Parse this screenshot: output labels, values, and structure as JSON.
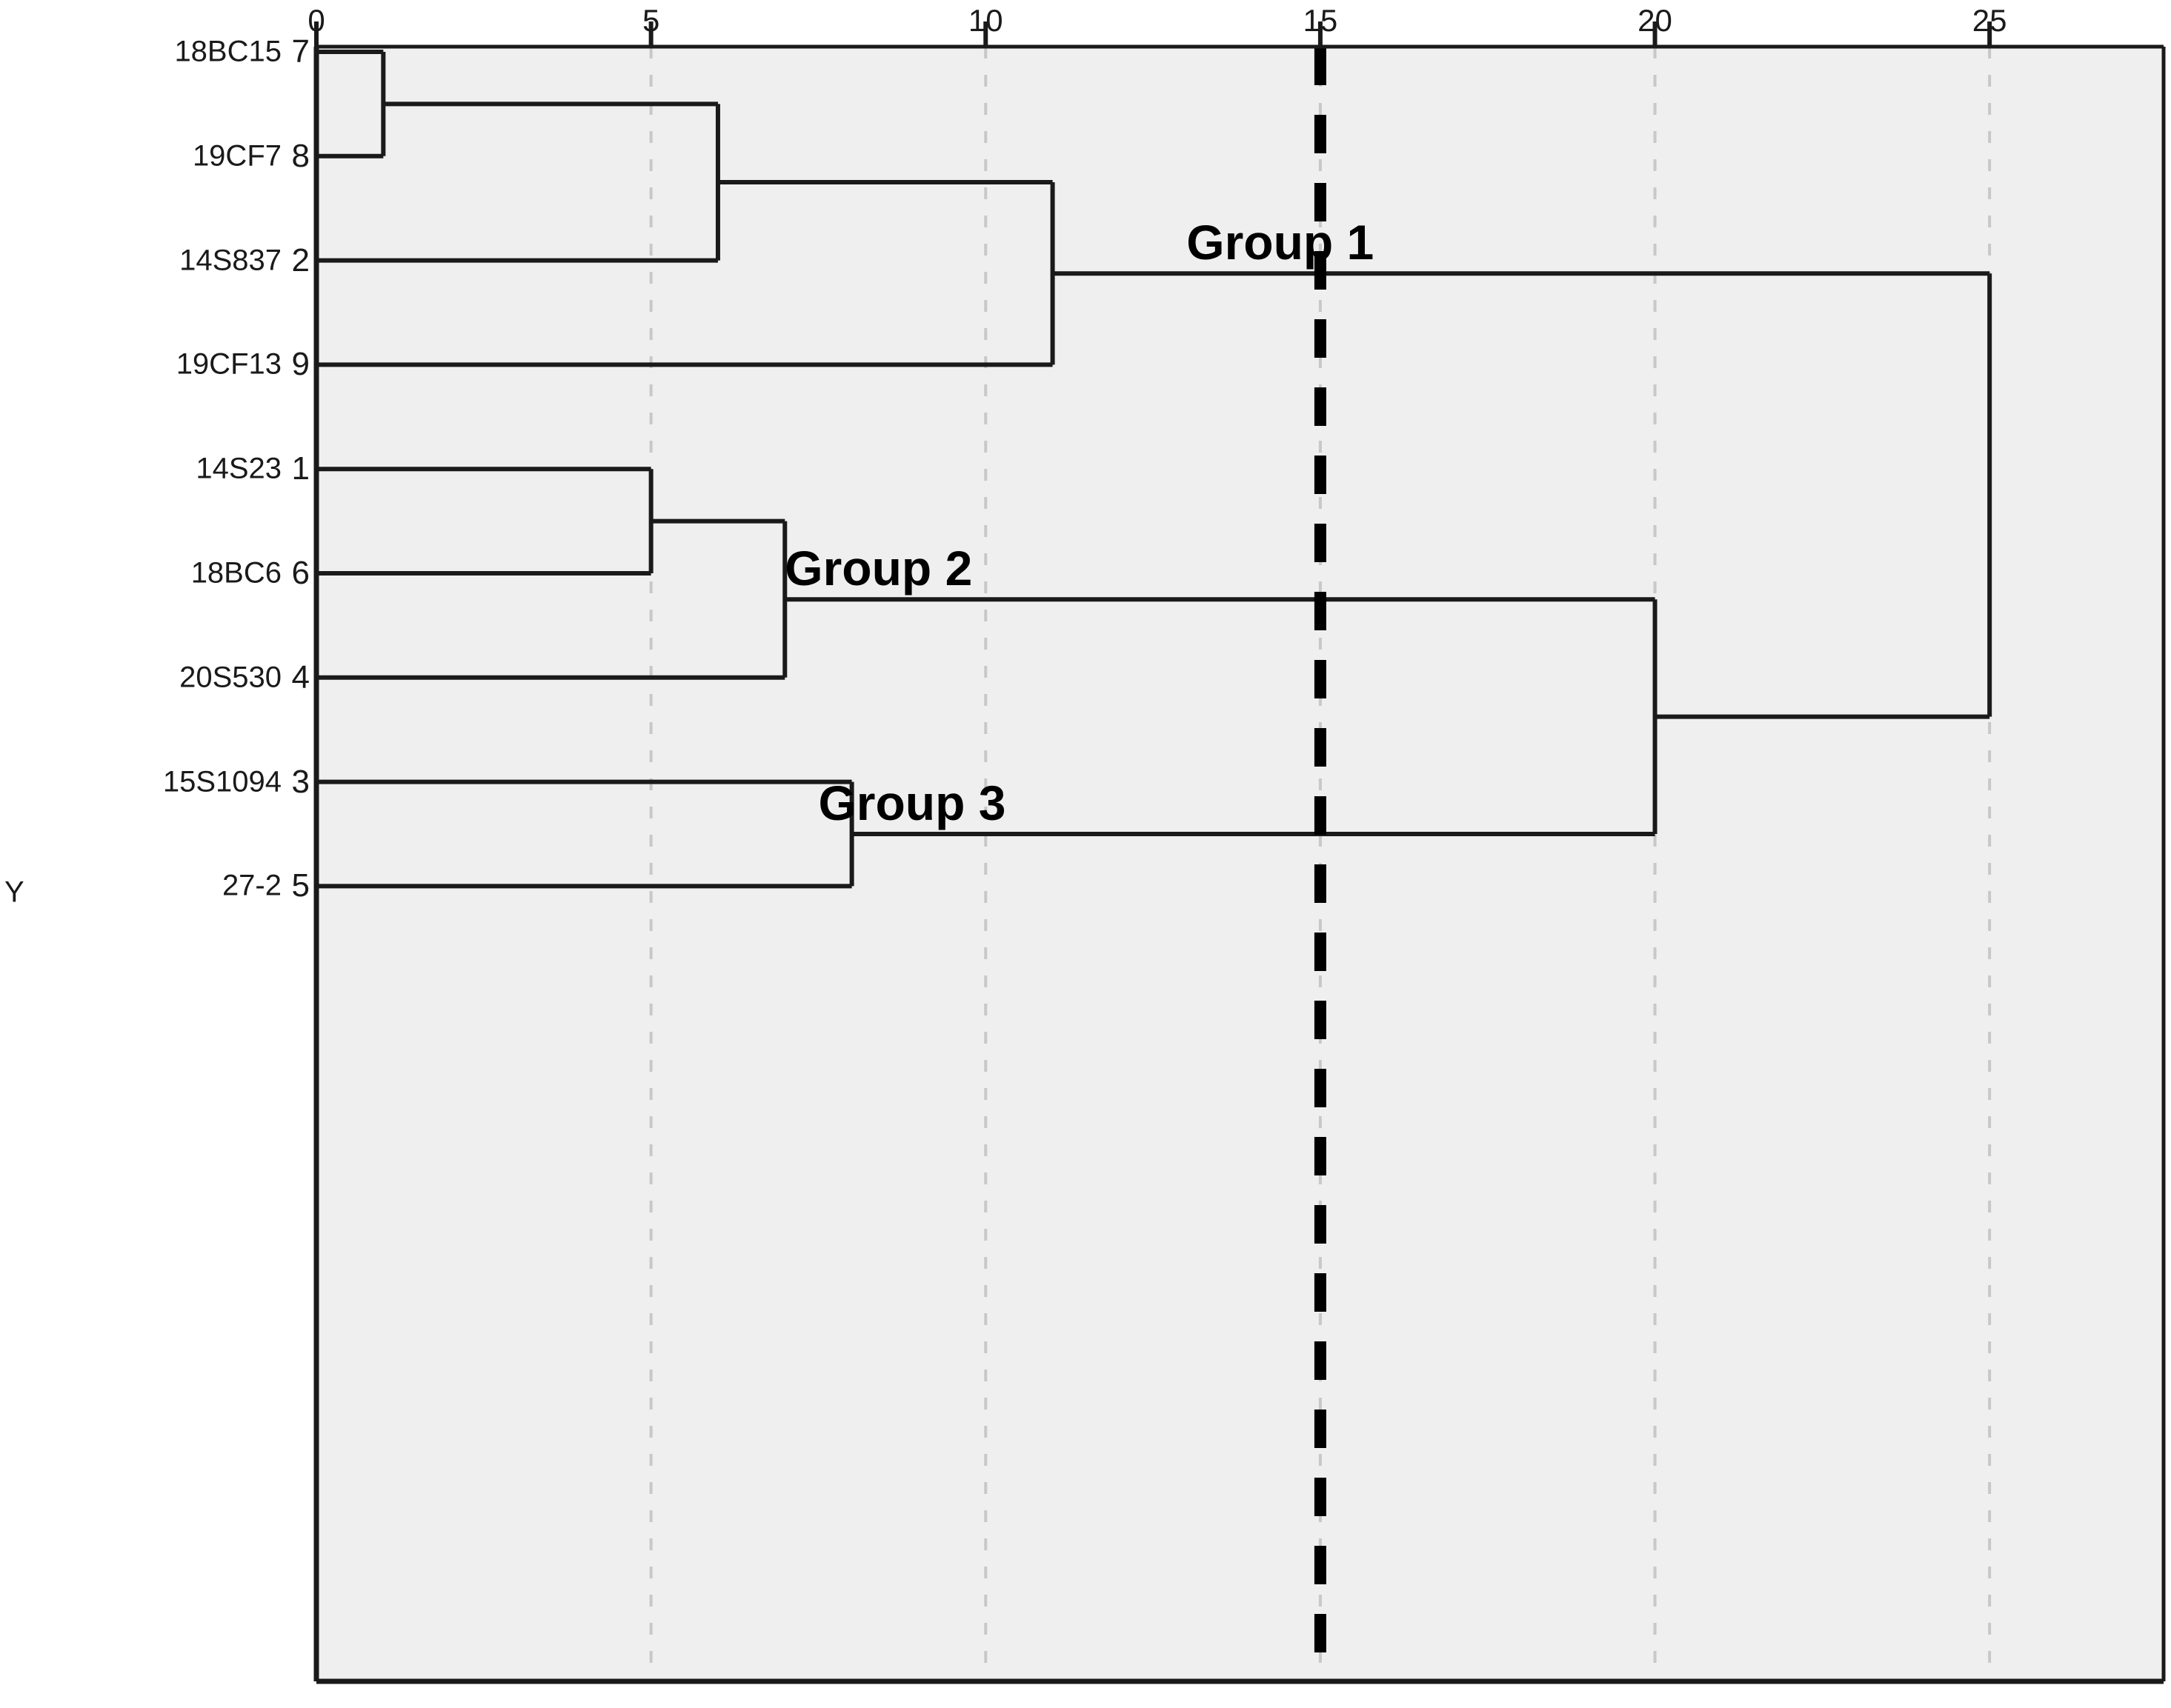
{
  "chart_data": {
    "type": "dendrogram",
    "title": "",
    "xlabel": "",
    "ylabel": "Y",
    "xlim": [
      0,
      27.6
    ],
    "xticks": [
      0,
      5,
      10,
      15,
      20,
      25
    ],
    "xticklabels": [
      "0",
      "5",
      "10",
      "15",
      "20",
      "25"
    ],
    "grid": "vertical dashed light grey at each x tick",
    "orientation": "horizontal-left-to-right",
    "leaf_labels": [
      "18BC15",
      "19CF7",
      "14S837",
      "19CF13",
      "14S23",
      "18BC6",
      "20S530",
      "15S1094",
      "27-2"
    ],
    "leaf_indices": [
      "7",
      "8",
      "2",
      "9",
      "1",
      "6",
      "4",
      "3",
      "5"
    ],
    "leaf_order": [
      {
        "label": "18BC15",
        "index": "7",
        "row": 0
      },
      {
        "label": "19CF7",
        "index": "8",
        "row": 1
      },
      {
        "label": "14S837",
        "index": "2",
        "row": 2
      },
      {
        "label": "19CF13",
        "index": "9",
        "row": 3
      },
      {
        "label": "14S23",
        "index": "1",
        "row": 4
      },
      {
        "label": "18BC6",
        "index": "6",
        "row": 5
      },
      {
        "label": "20S530",
        "index": "4",
        "row": 6
      },
      {
        "label": "15S1094",
        "index": "3",
        "row": 7
      },
      {
        "label": "27-2",
        "index": "5",
        "row": 8
      }
    ],
    "merges": [
      {
        "id": "m1",
        "children": [
          "7",
          "8"
        ],
        "distance": 1,
        "rows": [
          0,
          1
        ]
      },
      {
        "id": "m2",
        "children": [
          "m1",
          "2"
        ],
        "distance": 6,
        "rows": [
          0.5,
          2
        ]
      },
      {
        "id": "m3",
        "children": [
          "m2",
          "9"
        ],
        "distance": 11,
        "rows": [
          1.25,
          3
        ]
      },
      {
        "id": "m4",
        "children": [
          "1",
          "6"
        ],
        "distance": 5,
        "rows": [
          4,
          5
        ]
      },
      {
        "id": "m5",
        "children": [
          "m4",
          "4"
        ],
        "distance": 7,
        "rows": [
          4.5,
          6
        ]
      },
      {
        "id": "m6",
        "children": [
          "3",
          "5"
        ],
        "distance": 8,
        "rows": [
          7,
          8
        ]
      },
      {
        "id": "m7",
        "children": [
          "m5",
          "m6"
        ],
        "distance": 20,
        "rows": [
          5.25,
          7.5
        ]
      },
      {
        "id": "m8",
        "children": [
          "m3",
          "m7"
        ],
        "distance": 25,
        "rows": [
          2.125,
          6.375
        ]
      }
    ],
    "cut_line": {
      "x": 15,
      "style": "thick black dashed vertical"
    },
    "annotations": [
      {
        "text": "Group 1",
        "x": 13.0,
        "row": 2.125
      },
      {
        "text": "Group 2",
        "x": 7.0,
        "row": 5.25
      },
      {
        "text": "Group 3",
        "x": 7.5,
        "row": 7.5
      }
    ],
    "colors": {
      "plot_background": "#efefef",
      "line": "#1a1a1a",
      "grid": "#c8c8c8",
      "cut_line": "#000000",
      "text": "#1a1a1a"
    }
  },
  "axis": {
    "y_title": "Y",
    "tick_labels": [
      "0",
      "5",
      "10",
      "15",
      "20",
      "25"
    ]
  },
  "leaves": [
    {
      "label": "18BC15",
      "index": "7"
    },
    {
      "label": "19CF7",
      "index": "8"
    },
    {
      "label": "14S837",
      "index": "2"
    },
    {
      "label": "19CF13",
      "index": "9"
    },
    {
      "label": "14S23",
      "index": "1"
    },
    {
      "label": "18BC6",
      "index": "6"
    },
    {
      "label": "20S530",
      "index": "4"
    },
    {
      "label": "15S1094",
      "index": "3"
    },
    {
      "label": "27-2",
      "index": "5"
    }
  ],
  "groups": [
    {
      "name": "Group 1"
    },
    {
      "name": "Group 2"
    },
    {
      "name": "Group 3"
    }
  ]
}
